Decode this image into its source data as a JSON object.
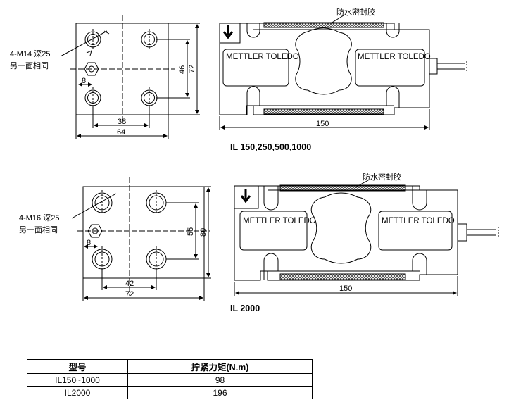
{
  "top": {
    "hole_note_line1": "4-M14 深25",
    "hole_note_line2": "另一面相同",
    "dim_8": "8",
    "dim_38": "38",
    "dim_64": "64",
    "dim_46": "46",
    "dim_72": "72",
    "waterproof": "防水密封胶",
    "brand_left": "METTLER TOLEDO",
    "brand_right": "METTLER TOLEDO",
    "dim_150": "150",
    "model_caption": "IL 150,250,500,1000"
  },
  "bottom": {
    "hole_note_line1": "4-M16 深25",
    "hole_note_line2": "另一面相同",
    "dim_8": "8",
    "dim_42": "42",
    "dim_72": "72",
    "dim_55": "55",
    "dim_80": "80",
    "waterproof": "防水密封胶",
    "brand_left": "METTLER TOLEDO",
    "brand_right": "METTLER TOLEDO",
    "dim_150": "150",
    "model_caption": "IL 2000"
  },
  "table": {
    "header": [
      "型号",
      "拧紧力矩(N.m)"
    ],
    "rows": [
      [
        "IL150~1000",
        "98"
      ],
      [
        "IL2000",
        "196"
      ]
    ]
  }
}
